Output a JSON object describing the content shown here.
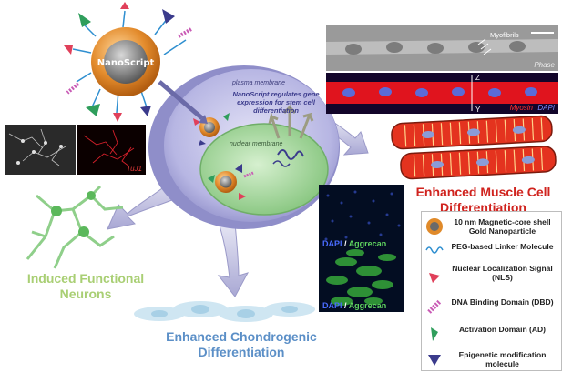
{
  "nanoscript": {
    "label": "NanoScript"
  },
  "cell": {
    "plasma_membrane": "plasma membrane",
    "nuclear_membrane": "nuclear membrane",
    "regulation_text": "NanoScript regulates gene expression for stem cell differentiation"
  },
  "panels": {
    "tuj1_label": "TuJ1",
    "myofibrils_label": "Myofibrils",
    "phase_label": "Phase",
    "myosin_label": "Myosin",
    "dapi_label_myosin": "DAPI",
    "z_label": "Z",
    "y_label": "Y",
    "dapi_aggrecan_top": {
      "dapi": "DAPI",
      "sep": " / ",
      "aggrecan": "Aggrecan"
    },
    "dapi_aggrecan_bottom": {
      "dapi": "DAPI",
      "sep": " / ",
      "aggrecan": "Aggrecan"
    }
  },
  "outcomes": {
    "muscle": "Enhanced Muscle Cell Differentiation",
    "neurons": "Induced Functional Neurons",
    "chondro": "Enhanced Chondrogenic Differentiation"
  },
  "legend": [
    {
      "icon": "gold-nanoparticle-icon",
      "text": "10 nm Magnetic-core shell Gold Nanoparticle"
    },
    {
      "icon": "peg-linker-icon",
      "text": "PEG-based Linker Molecule"
    },
    {
      "icon": "nls-icon",
      "text": "Nuclear Localization Signal (NLS)"
    },
    {
      "icon": "dbd-icon",
      "text": "DNA Binding Domain (DBD)"
    },
    {
      "icon": "ad-icon",
      "text": "Activation Domain (AD)"
    },
    {
      "icon": "epigenetic-icon",
      "text": "Epigenetic modification molecule"
    }
  ],
  "colors": {
    "muscle_red": "#d0231e",
    "neuron_green": "#a9cf74",
    "chondro_blue": "#5b8fc7",
    "gold": "#e08a2a",
    "cell_purple": "#b7b6e3",
    "nucleus_green": "#9fd49a"
  }
}
